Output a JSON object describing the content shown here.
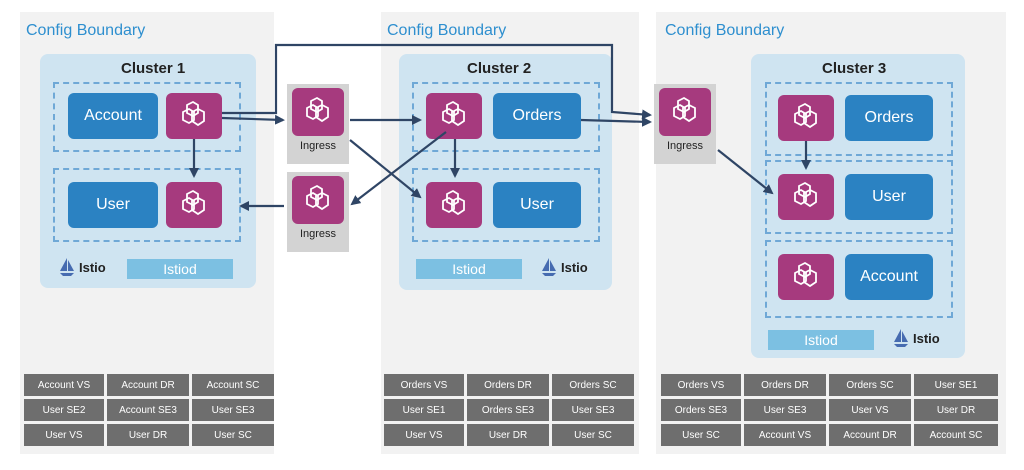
{
  "boundaries": {
    "b1": {
      "title": "Config Boundary"
    },
    "b2": {
      "title": "Config Boundary"
    },
    "b3": {
      "title": "Config Boundary"
    }
  },
  "clusters": {
    "c1": {
      "title": "Cluster 1",
      "istiod": "Istiod",
      "istio": "Istio",
      "services": [
        "Account",
        "User"
      ]
    },
    "c2": {
      "title": "Cluster 2",
      "istiod": "Istiod",
      "istio": "Istio",
      "services": [
        "Orders",
        "User"
      ]
    },
    "c3": {
      "title": "Cluster 3",
      "istiod": "Istiod",
      "istio": "Istio",
      "services": [
        "Orders",
        "User",
        "Account"
      ]
    }
  },
  "ingress": {
    "i1": "Ingress",
    "i2": "Ingress",
    "i3": "Ingress"
  },
  "config_tables": {
    "t1": [
      [
        "Account VS",
        "Account DR",
        "Account SC"
      ],
      [
        "User SE2",
        "Account SE3",
        "User SE3"
      ],
      [
        "User VS",
        "User DR",
        "User SC"
      ]
    ],
    "t2": [
      [
        "Orders VS",
        "Orders DR",
        "Orders SC"
      ],
      [
        "User SE1",
        "Orders SE3",
        "User SE3"
      ],
      [
        "User VS",
        "User DR",
        "User SC"
      ]
    ],
    "t3": [
      [
        "Orders VS",
        "Orders DR",
        "Orders SC",
        "User SE1"
      ],
      [
        "Orders SE3",
        "User SE3",
        "User VS",
        "User DR"
      ],
      [
        "User SC",
        "Account VS",
        "Account DR",
        "Account SC"
      ]
    ]
  },
  "icons": {
    "proxy": "envoy-hexagon-icon",
    "istio": "istio-sail-icon"
  },
  "colors": {
    "service": "#2b82c2",
    "proxy": "#a63a7e",
    "istiod": "#7cc0e2",
    "cluster": "#cfe4f1",
    "namespace": "#6fa8d6",
    "arrow": "#2f4565",
    "boundary_title": "#2e8fcf"
  }
}
